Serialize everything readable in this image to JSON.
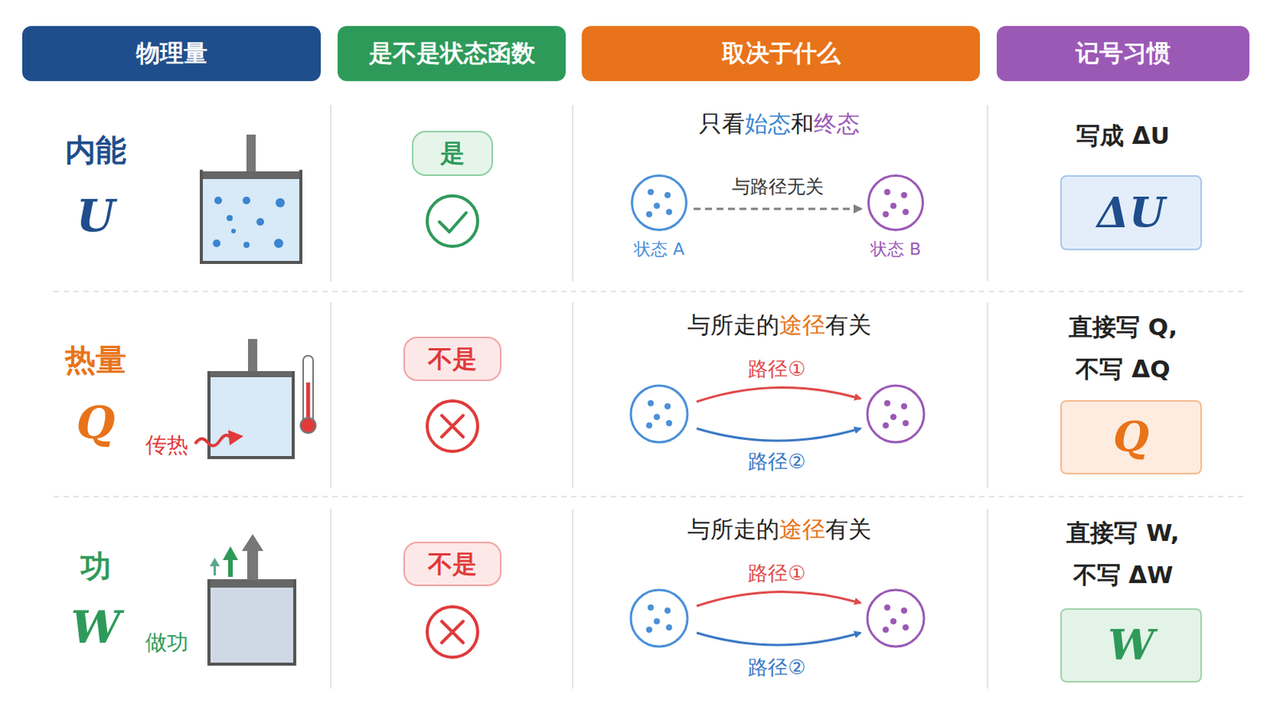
{
  "diagram": {
    "nodes": [
      {
        "text": [
          "物理量"
        ]
      },
      {
        "text": [
          "是不是状态函数"
        ]
      },
      {
        "text": [
          "取决于什么"
        ]
      },
      {
        "text": [
          "记号习惯"
        ]
      },
      {
        "text": [
          "是"
        ]
      },
      {
        "text": [
          "状态 A"
        ]
      },
      {
        "text": [
          "状态 B"
        ]
      },
      {
        "text": [
          "ΔU"
        ]
      },
      {
        "text": [
          "不是"
        ]
      },
      {
        "text": [
          "Q"
        ]
      },
      {
        "text": [
          "不是"
        ]
      },
      {
        "text": [
          "W"
        ]
      }
    ],
    "edges": [
      {
        "from": 5,
        "to": 6,
        "label": "与路径无关",
        "arrow": "to"
      }
    ],
    "labels": [
      "内能",
      "U",
      "只看",
      "始态",
      "和",
      "终态",
      "写成 ΔU",
      "热量",
      "Q",
      "传热",
      "与所走的",
      "途径",
      "有关",
      "路径①",
      "路径②",
      "直接写 Q,",
      "不写 ΔQ",
      "功",
      "W",
      "做功",
      "与所走的",
      "途径",
      "有关",
      "路径①",
      "路径②",
      "直接写 W,",
      "不写 ΔW"
    ]
  }
}
